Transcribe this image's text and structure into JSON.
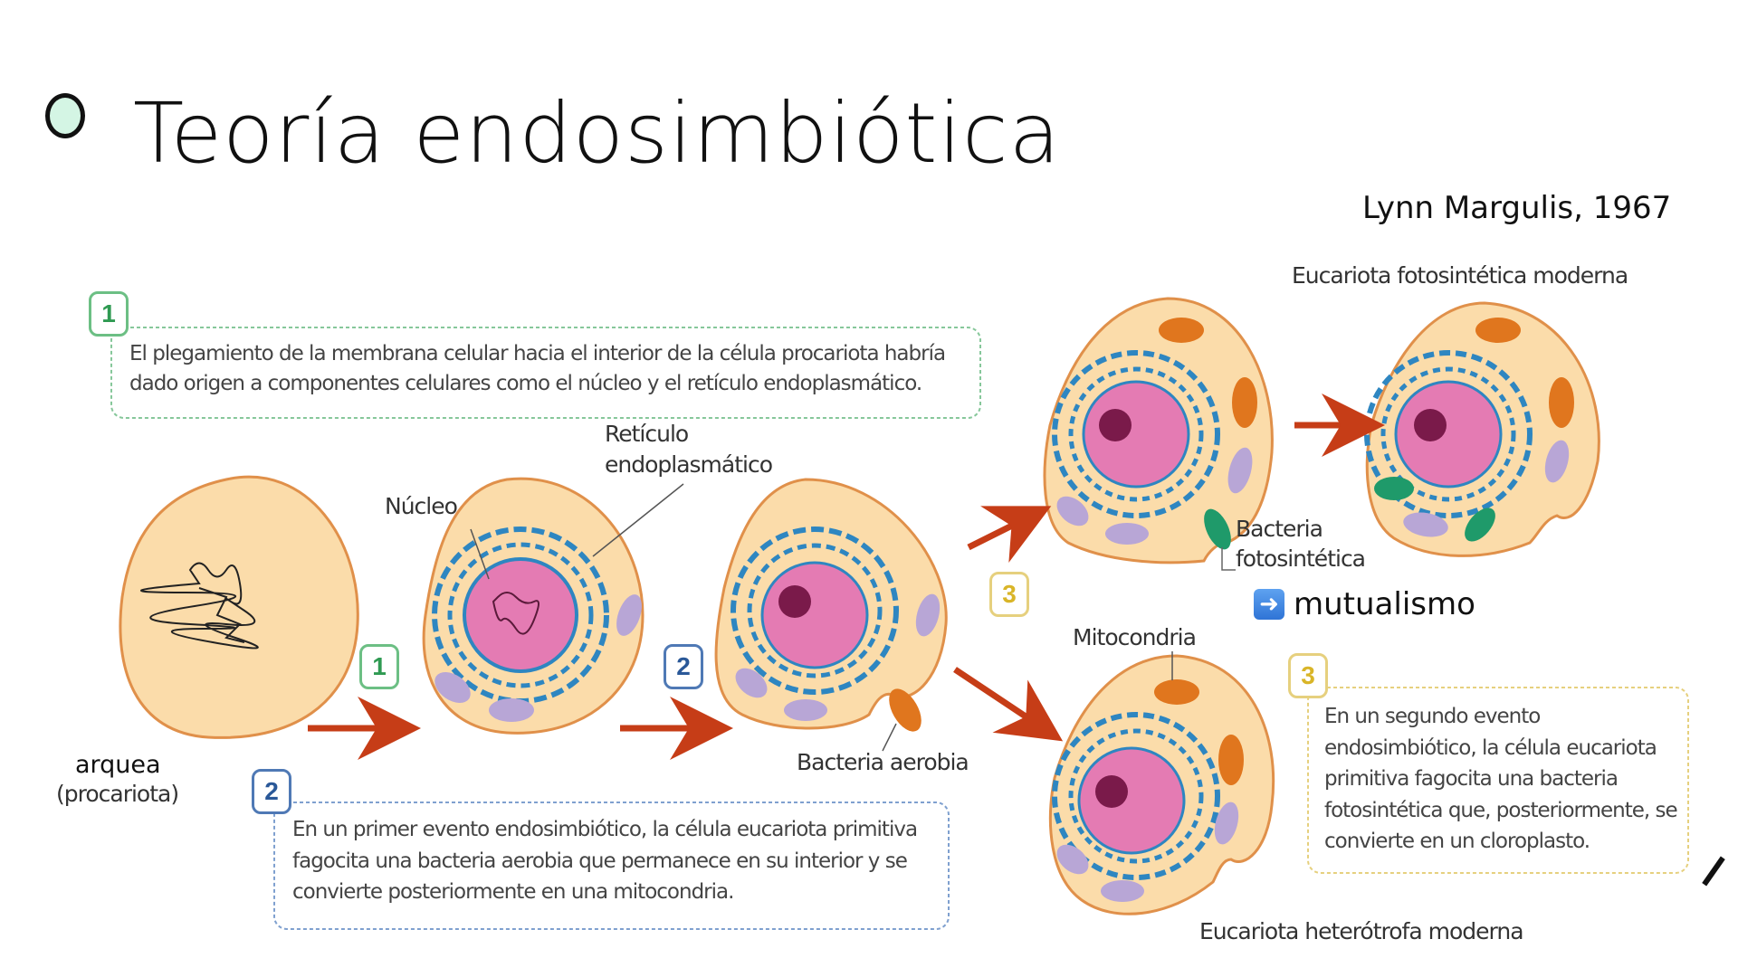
{
  "slide": {
    "title": "Teoría endosimbiótica",
    "author": "Lynn Margulis, 1967",
    "bullet_color": "#d4f5e4"
  },
  "diagram": {
    "steps": [
      {
        "number": "1",
        "color": "#2f9a52",
        "text": "El plegamiento de la membrana celular hacia el interior de la célula procariota habría dado origen a componentes celulares como el núcleo y el retículo endoplasmático."
      },
      {
        "number": "2",
        "color": "#2a5898",
        "text": "En un primer evento endosimbiótico, la célula eucariota primitiva fagocita una bacteria aerobia que permanece en su interior y se convierte posteriormente en una mitocondria."
      },
      {
        "number": "3",
        "color": "#d9b528",
        "text": "En un segundo evento endosimbiótico, la célula eucariota primitiva fagocita una bacteria fotosintética que, posteriormente, se convierte en un cloroplasto."
      }
    ],
    "labels": {
      "arquea": "arquea",
      "procariota": "(procariota)",
      "nucleo": "Núcleo",
      "reticulo_line1": "Retículo",
      "reticulo_line2": "endoplasmático",
      "bacteria_aerobia": "Bacteria aerobia",
      "bacteria_fotosintetica_line1": "Bacteria",
      "bacteria_fotosintetica_line2": "fotosintética",
      "mitocondria": "Mitocondria",
      "eucariota_fotosintetica": "Eucariota fotosintética moderna",
      "eucariota_heterotrofa": "Eucariota heterótrofa moderna"
    },
    "annotation": {
      "icon": "right-arrow-emoji",
      "text": "mutualismo"
    },
    "colors": {
      "cell_fill": "#fbdcaa",
      "cell_border": "#e0904a",
      "nucleus": "#e47bb3",
      "er": "#2e86c1",
      "arrow": "#c63d17",
      "vacuole": "#b8a6d6",
      "mitochondria": "#e0761e",
      "chloroplast": "#1f9a6a"
    }
  }
}
